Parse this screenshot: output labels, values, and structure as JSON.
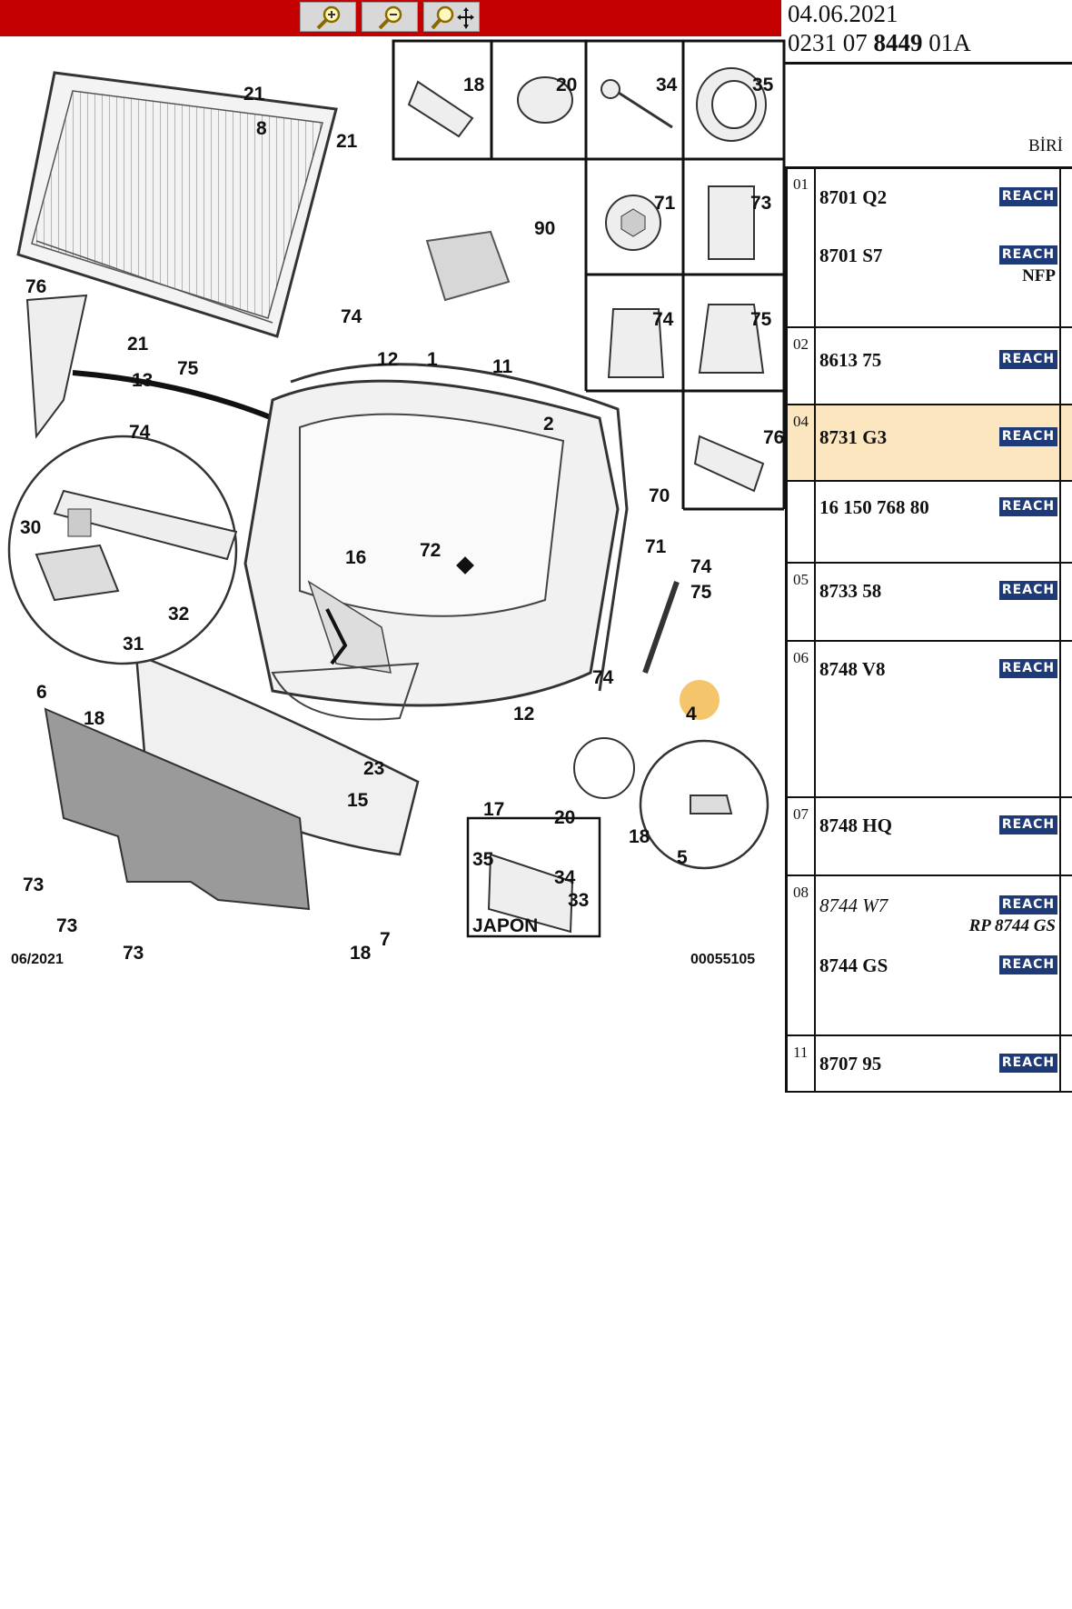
{
  "toolbar": {
    "buttons": [
      {
        "name": "zoom-in",
        "icon": "zoom-in-icon"
      },
      {
        "name": "zoom-out",
        "icon": "zoom-out-icon"
      },
      {
        "name": "pan",
        "icon": "zoom-pan-icon"
      }
    ],
    "bar_color": "#c40000"
  },
  "diagram": {
    "date": "06/2021",
    "ref": "00055105",
    "callouts": [
      "21",
      "8",
      "21",
      "18",
      "20",
      "34",
      "35",
      "90",
      "71",
      "73",
      "74",
      "75",
      "76",
      "76",
      "13",
      "21",
      "74",
      "75",
      "12",
      "1",
      "11",
      "2",
      "70",
      "74",
      "30",
      "32",
      "31",
      "16",
      "72",
      "71",
      "74",
      "75",
      "74",
      "4",
      "12",
      "6",
      "18",
      "23",
      "15",
      "17",
      "20",
      "18",
      "5",
      "73",
      "73",
      "73",
      "18",
      "7",
      "35",
      "34",
      "33"
    ],
    "highlight_color": "#f5c56b",
    "inset_label": "JAPON"
  },
  "panel": {
    "date": "04.06.2021",
    "ref_prefix": "0231 07",
    "ref_bold": "8449",
    "ref_suffix": "01A",
    "birin": "BİRİ",
    "reach_label": "REACH",
    "rows": [
      {
        "num": "01",
        "parts": [
          {
            "pn": "8701 Q2"
          },
          {
            "pn": "8701 S7",
            "note": "NFP"
          }
        ]
      },
      {
        "num": "02",
        "parts": [
          {
            "pn": "8613 75"
          }
        ]
      },
      {
        "num": "04",
        "highlight": true,
        "parts": [
          {
            "pn": "8731 G3"
          }
        ]
      },
      {
        "num": "",
        "parts": [
          {
            "pn": "16 150 768 80"
          }
        ]
      },
      {
        "num": "05",
        "parts": [
          {
            "pn": "8733 58"
          }
        ]
      },
      {
        "num": "06",
        "parts": [
          {
            "pn": "8748 V8"
          }
        ]
      },
      {
        "num": "07",
        "parts": [
          {
            "pn": "8748 HQ"
          }
        ]
      },
      {
        "num": "08",
        "parts": [
          {
            "pn": "8744 W7",
            "italic": true,
            "note": "RP 8744 GS"
          },
          {
            "pn": "8744 GS"
          }
        ]
      },
      {
        "num": "11",
        "parts": [
          {
            "pn": "8707 95"
          }
        ]
      }
    ],
    "highlight_color": "#fbe6c0",
    "badge_color": "#1f3a78"
  }
}
